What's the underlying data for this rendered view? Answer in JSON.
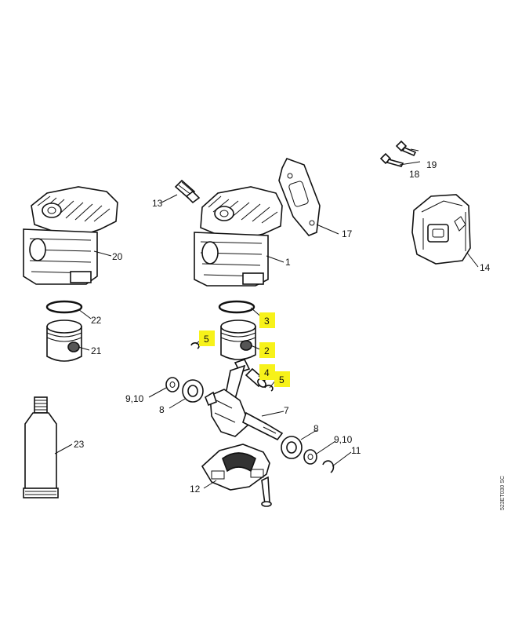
{
  "doc_code": "523ET030 SC",
  "callouts": {
    "c1": "1",
    "c2": "2",
    "c3": "3",
    "c4": "4",
    "c5a": "5",
    "c5b": "5",
    "c7": "7",
    "c8a": "8",
    "c8b": "8",
    "c910a": "9,10",
    "c910b": "9,10",
    "c11": "11",
    "c12": "12",
    "c13": "13",
    "c14": "14",
    "c17": "17",
    "c18": "18",
    "c19": "19",
    "c20": "20",
    "c21": "21",
    "c22": "22",
    "c23": "23"
  },
  "highlight_color": "#f7f21a"
}
